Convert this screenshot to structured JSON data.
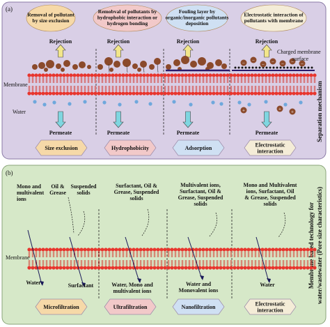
{
  "panel_a": {
    "tag": "(a)",
    "side_label": "Separation mechanism",
    "bubbles": [
      {
        "lines": [
          "Removal of pollutant",
          "by size exclusion"
        ],
        "color": "#f6d9a8"
      },
      {
        "lines": [
          "Remobval of pollutants by",
          "hydrophobic interaction or",
          "hydrogen bonding"
        ],
        "color": "#f2c9c9"
      },
      {
        "lines": [
          "Fouling layer by",
          "organic/inorganic pollutants",
          "deposition"
        ],
        "color": "#cfe0f3"
      },
      {
        "lines": [
          "Electrostatic interaction of",
          "pollutants with membrane"
        ],
        "color": "#f4ecd7"
      }
    ],
    "rejection_label": "Rejection",
    "permeate_label": "Permeate",
    "membrane_label": "Membrane",
    "water_label": "Water",
    "charged_label": [
      "Charged membrane",
      "surface"
    ],
    "hexagons": [
      {
        "lines": [
          "Size exclusion"
        ],
        "color": "#f6d9a8"
      },
      {
        "lines": [
          "Hydrophobicity"
        ],
        "color": "#f2c9c9"
      },
      {
        "lines": [
          "Adsorption"
        ],
        "color": "#cfe0f3"
      },
      {
        "lines": [
          "Electrostatic",
          "interaction"
        ],
        "color": "#f4ecd7"
      }
    ]
  },
  "panel_b": {
    "tag": "(b)",
    "side_label": [
      "Membrane based technology for",
      "water/wastewater (Pore size characteristics)"
    ],
    "membrane_label": "Membrane",
    "top_labels": [
      {
        "lines": [
          "Mono and",
          "multivalent",
          "ions"
        ]
      },
      {
        "lines": [
          "Oil &",
          "Grease"
        ]
      },
      {
        "lines": [
          "Suspended",
          "solids"
        ]
      },
      {
        "lines": [
          "Surfactant, Oil &",
          "Grease, Suspended",
          "solids"
        ]
      },
      {
        "lines": [
          "Multivalent ions,",
          "Surfactant, Oil &",
          "Grease, Suspended",
          "solids"
        ]
      },
      {
        "lines": [
          "Mono and Multivalent",
          "ions, Surfactant, Oil",
          "& Grease, Suspended",
          "solids"
        ]
      }
    ],
    "bottom_labels": [
      {
        "lines": [
          "Water"
        ]
      },
      {
        "lines": [
          "Surfactant"
        ]
      },
      {
        "lines": [
          "Water, Mono and",
          "multivalent ions"
        ]
      },
      {
        "lines": [
          "Water and",
          "Monovalent ions"
        ]
      },
      {
        "lines": [
          "Water"
        ]
      }
    ],
    "hexagons": [
      {
        "lines": [
          "Microfiltration"
        ],
        "color": "#f6d9a8"
      },
      {
        "lines": [
          "Ultrafiltration"
        ],
        "color": "#f2c9c9"
      },
      {
        "lines": [
          "Nanofiltration"
        ],
        "color": "#cfe0f3"
      },
      {
        "lines": [
          "Electrostatic",
          "interaction"
        ],
        "color": "#f4ecd7"
      }
    ]
  },
  "colors": {
    "panel_a_bg": "#d9cfe6",
    "panel_b_bg": "#d6e8c8",
    "lipid_head": "#e8362e",
    "lipid_tail": "#d43a2f",
    "pollutant": "#8b4a2b",
    "water": "#6fa8dc",
    "arrow_up": "#f2e68a",
    "arrow_down": "#7fd6e0",
    "charged_line": "#2a1a6b"
  }
}
